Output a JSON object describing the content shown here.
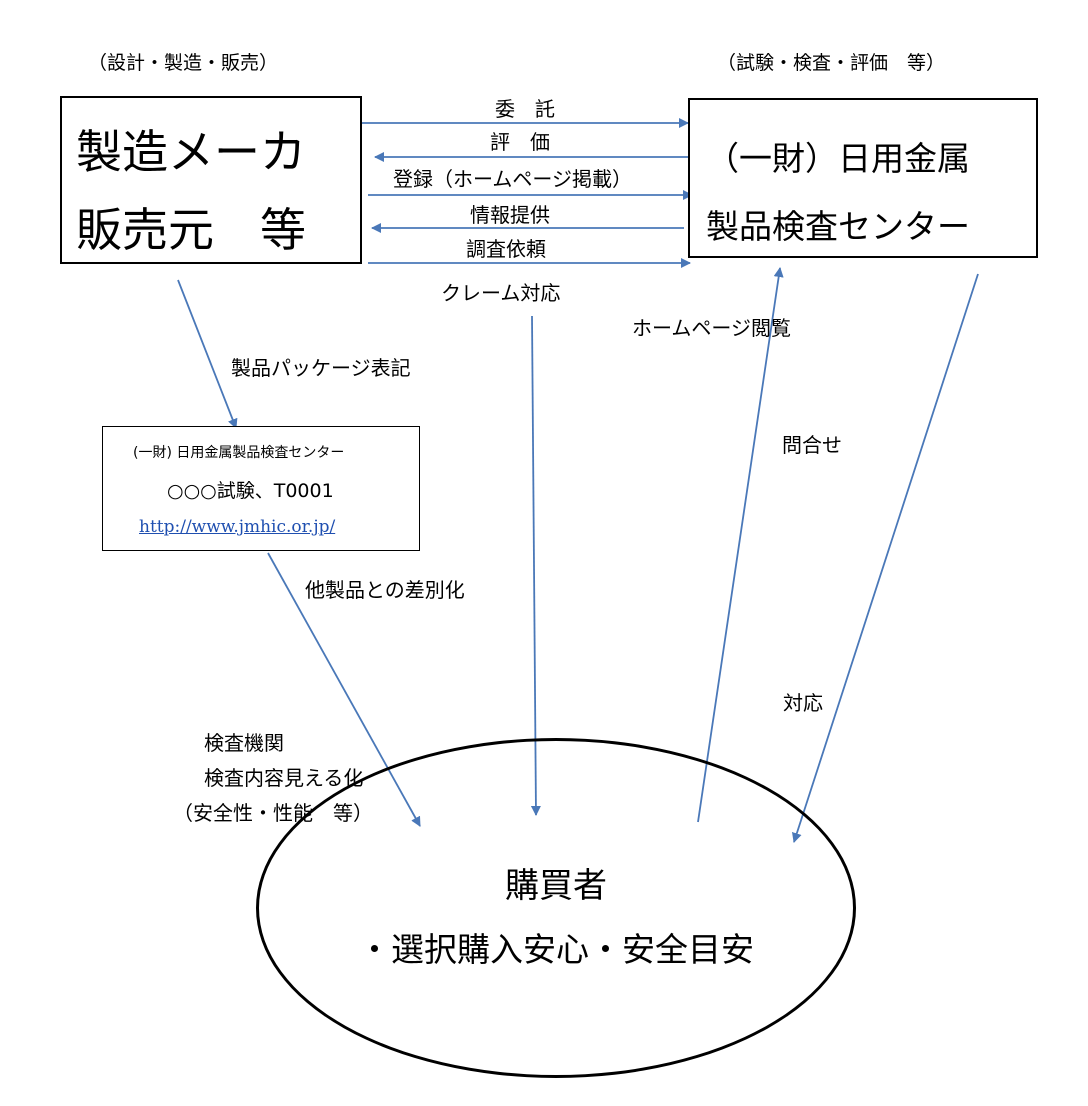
{
  "manufacturer": {
    "category": "（設計・製造・販売）",
    "line1": "製造メーカ",
    "line2": "販売元　等"
  },
  "center": {
    "category": "（試験・検査・評価　等）",
    "line1": "（一財）日用金属",
    "line2": "製品検査センター"
  },
  "flows": {
    "entrust": "委　託",
    "evaluation": "評　価",
    "registration": "登録（ホームページ掲載）",
    "information": "情報提供",
    "investigation": "調査依頼",
    "complaint": "クレーム対応",
    "package_notation": "製品パッケージ表記",
    "differentiation": "他製品との差別化",
    "visibility_1": "検査機関",
    "visibility_2": "検査内容見える化",
    "visibility_3": "（安全性・性能　等）",
    "homepage": "ホームページ閲覧",
    "inquiry": "問合せ",
    "response": "対応"
  },
  "label_box": {
    "org": "(一財) 日用金属製品検査センター",
    "test": "○○○試験、T0001",
    "url": "http://www.jmhic.or.jp/"
  },
  "buyer": {
    "title": "購買者",
    "subtitle": "・選択購入安心・安全目安"
  },
  "colors": {
    "arrow": "#4a78b8",
    "link": "#1f4fb0"
  }
}
